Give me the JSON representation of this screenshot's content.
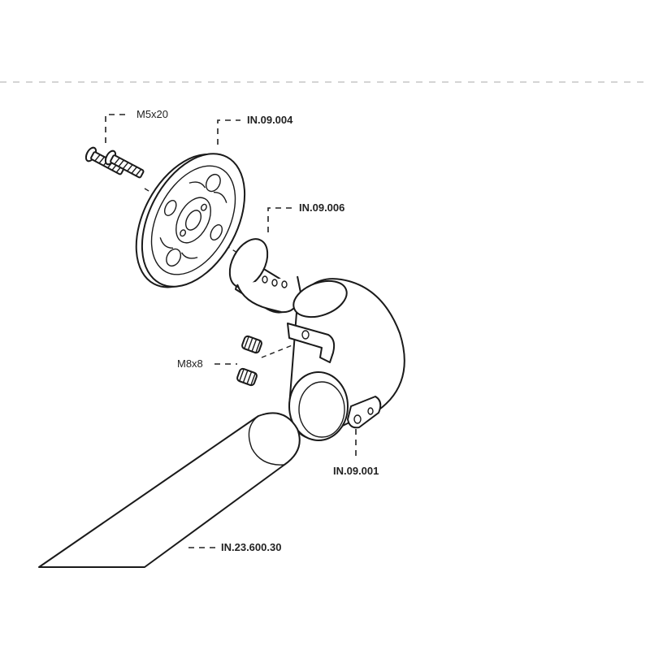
{
  "diagram": {
    "callouts": {
      "screw": "M5x20",
      "flange": "IN.09.004",
      "spacer": "IN.09.006",
      "setscrew": "M8x8",
      "elbow": "IN.09.001",
      "tube": "IN.23.600.30"
    }
  }
}
